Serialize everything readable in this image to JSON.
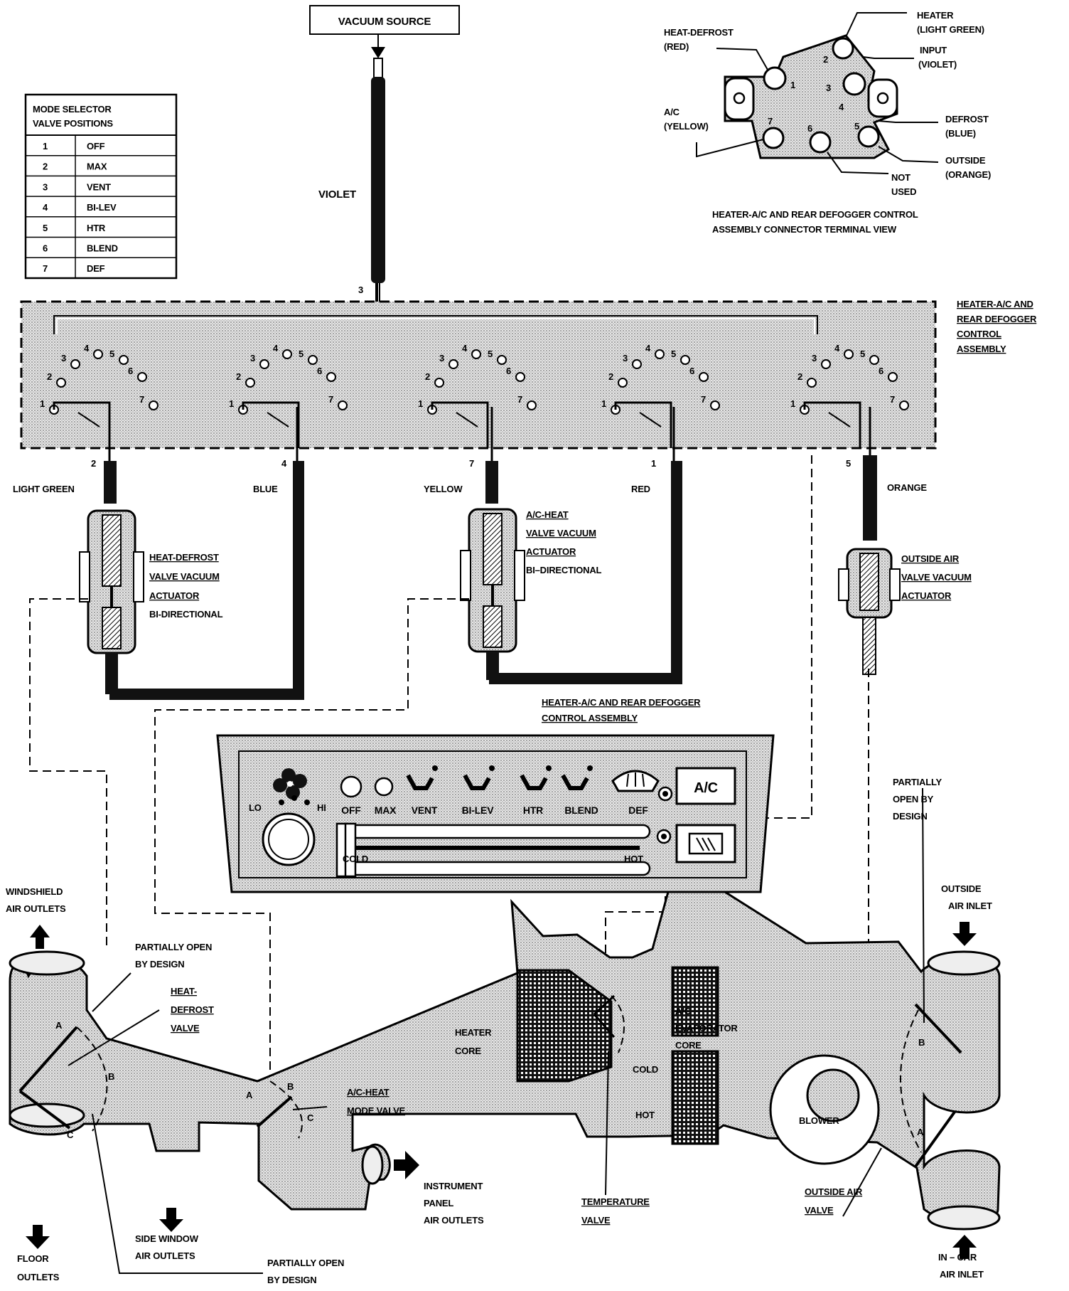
{
  "vacuum_source": "VACUUM SOURCE",
  "mode_table": {
    "title_line1": "MODE SELECTOR",
    "title_line2": "VALVE POSITIONS",
    "rows": [
      {
        "num": "1",
        "label": "OFF"
      },
      {
        "num": "2",
        "label": "MAX"
      },
      {
        "num": "3",
        "label": "VENT"
      },
      {
        "num": "4",
        "label": "BI-LEV"
      },
      {
        "num": "5",
        "label": "HTR"
      },
      {
        "num": "6",
        "label": "BLEND"
      },
      {
        "num": "7",
        "label": "DEF"
      }
    ]
  },
  "connector": {
    "heater_line1": "HEATER",
    "heater_line2": "(LIGHT GREEN)",
    "heat_defrost_line1": "HEAT-DEFROST",
    "heat_defrost_line2": "(RED)",
    "input_line1": "INPUT",
    "input_line2": "(VIOLET)",
    "ac_line1": "A/C",
    "ac_line2": "(YELLOW)",
    "defrost_line1": "DEFROST",
    "defrost_line2": "(BLUE)",
    "outside_line1": "OUTSIDE",
    "outside_line2": "(ORANGE)",
    "not_used_line1": "NOT",
    "not_used_line2": "USED",
    "caption_line1": "HEATER-A/C AND REAR DEFOGGER CONTROL",
    "caption_line2": "ASSEMBLY CONNECTOR TERMINAL VIEW",
    "pins": [
      "1",
      "2",
      "3",
      "4",
      "5",
      "6",
      "7"
    ]
  },
  "violet": "VIOLET",
  "hose_numbers": {
    "violet": "3",
    "light_green": "2",
    "blue": "4",
    "yellow": "7",
    "red": "1",
    "orange": "5"
  },
  "control_assembly_label": [
    "HEATER-A/C AND",
    "REAR DEFOGGER",
    "CONTROL",
    "ASSEMBLY"
  ],
  "hoses": {
    "light_green": "LIGHT GREEN",
    "blue": "BLUE",
    "yellow": "YELLOW",
    "red": "RED",
    "orange": "ORANGE"
  },
  "actuators": {
    "heat_defrost": [
      "HEAT-DEFROST",
      "VALVE VACUUM",
      "ACTUATOR",
      "BI-DIRECTIONAL"
    ],
    "ac_heat": [
      "A/C-HEAT",
      "VALVE VACUUM",
      "ACTUATOR",
      "BI–DIRECTIONAL"
    ],
    "outside_air": [
      "OUTSIDE AIR",
      "VALVE VACUUM",
      "ACTUATOR"
    ]
  },
  "panel": {
    "title_line1": "HEATER-A/C AND REAR DEFOGGER",
    "title_line2": "CONTROL ASSEMBLY",
    "lo": "LO",
    "hi": "HI",
    "buttons": [
      "OFF",
      "MAX",
      "VENT",
      "BI-LEV",
      "HTR",
      "BLEND",
      "DEF"
    ],
    "ac": "A/C",
    "cold": "COLD",
    "hot": "HOT"
  },
  "ductwork": {
    "windshield": [
      "WINDSHIELD",
      "AIR OUTLETS"
    ],
    "partially_open_top": [
      "PARTIALLY OPEN",
      "BY DESIGN"
    ],
    "heat_defrost_valve": [
      "HEAT-",
      "DEFROST",
      "VALVE"
    ],
    "heater_core": [
      "HEATER",
      "CORE"
    ],
    "ac_evap": [
      "A/C",
      "EVAPORATOR",
      "CORE"
    ],
    "partially_open_right": [
      "PARTIALLY",
      "OPEN BY",
      "DESIGN"
    ],
    "outside_air_inlet": [
      "OUTSIDE",
      "AIR INLET"
    ],
    "ac_heat_mode_valve": [
      "A/C-HEAT",
      "MODE VALVE"
    ],
    "cold": "COLD",
    "hot": "HOT",
    "blower": "BLOWER",
    "instrument_panel": [
      "INSTRUMENT",
      "PANEL",
      "AIR OUTLETS"
    ],
    "temperature_valve": [
      "TEMPERATURE",
      "VALVE"
    ],
    "outside_air_valve": [
      "OUTSIDE AIR",
      "VALVE"
    ],
    "side_window": [
      "SIDE WINDOW",
      "AIR OUTLETS"
    ],
    "floor": [
      "FLOOR",
      "OUTLETS"
    ],
    "partially_open_bottom": [
      "PARTIALLY OPEN",
      "BY DESIGN"
    ],
    "in_car": [
      "IN – CAR",
      "AIR INLET"
    ],
    "door_letters": {
      "a": "A",
      "b": "B",
      "c": "C"
    }
  }
}
